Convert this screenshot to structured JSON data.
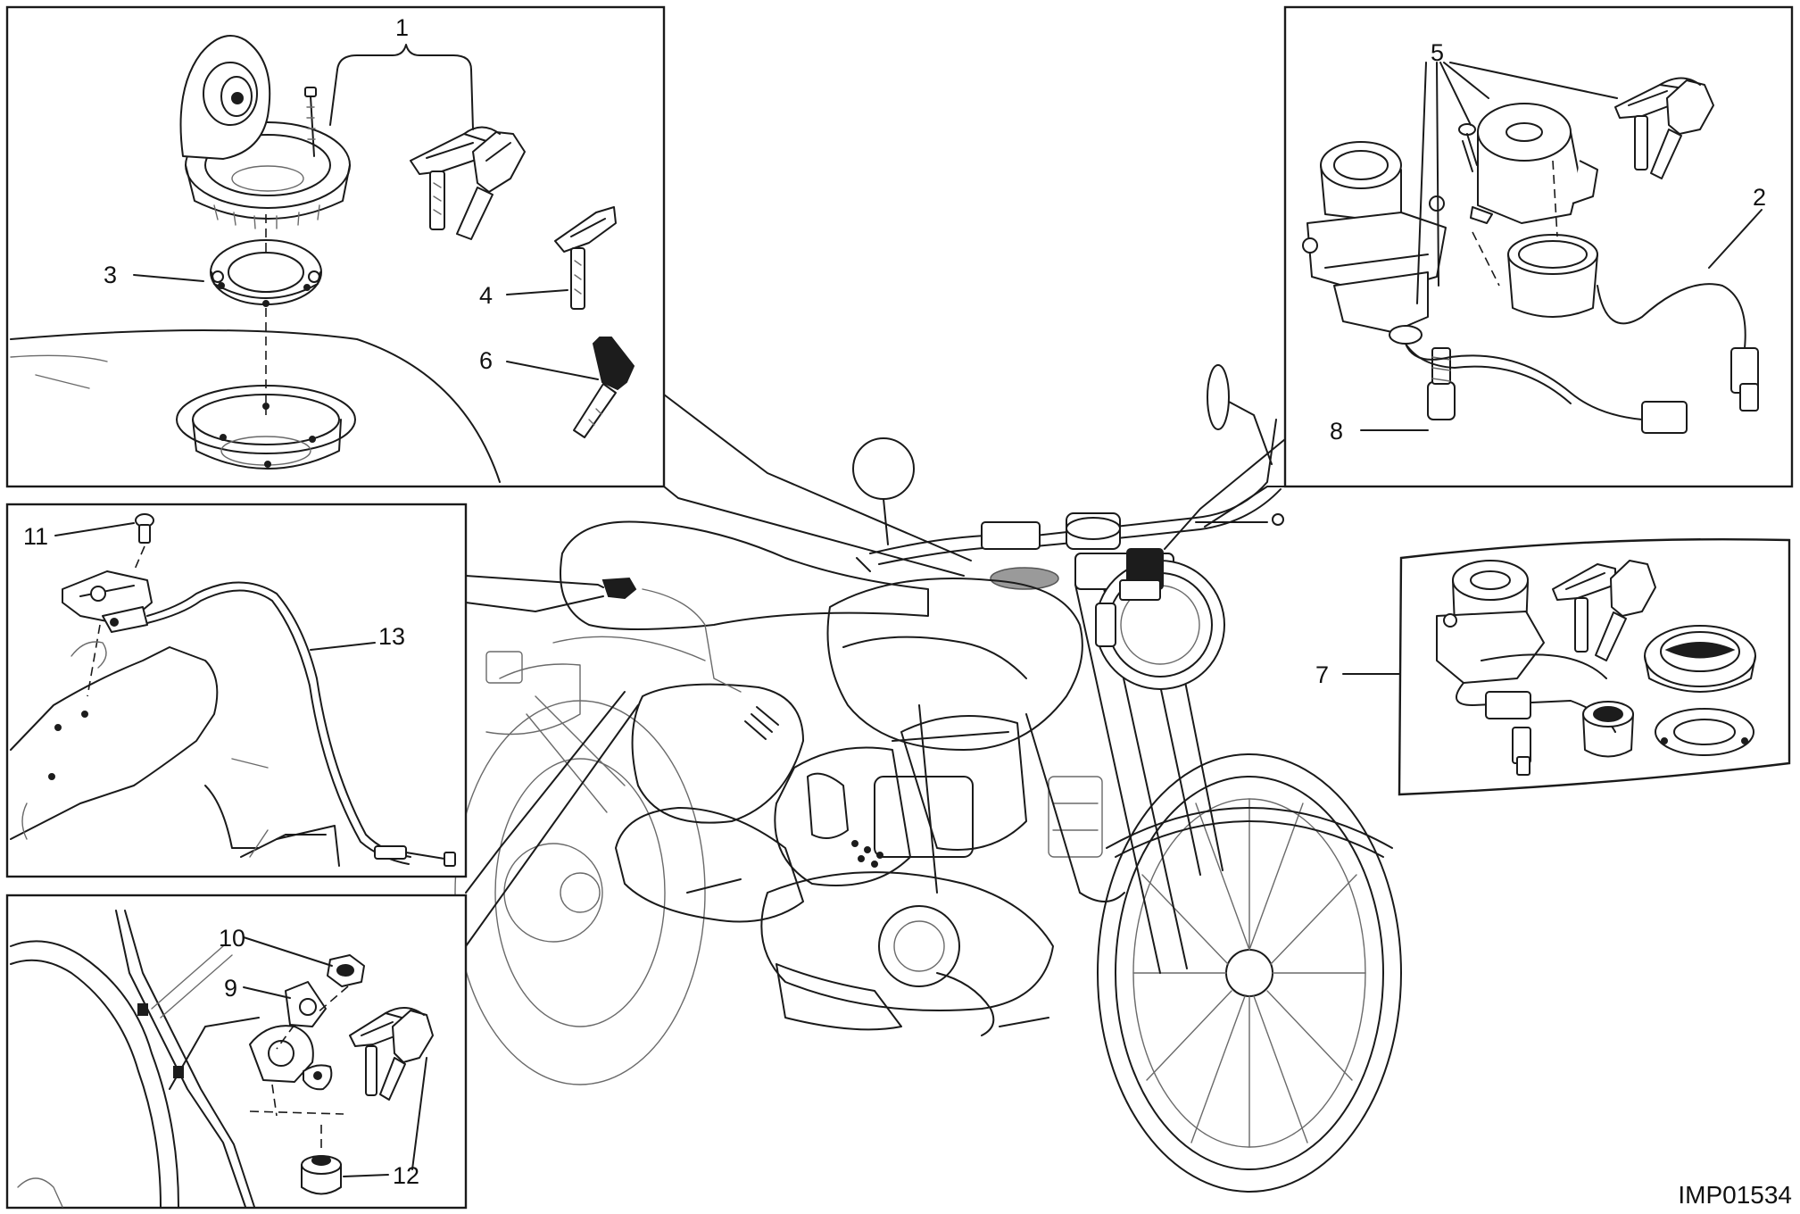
{
  "callouts": {
    "c1": "1",
    "c2": "2",
    "c3": "3",
    "c4": "4",
    "c5": "5",
    "c6": "6",
    "c7": "7",
    "c8": "8",
    "c9": "9",
    "c10": "10",
    "c11": "11",
    "c12": "12",
    "c13": "13"
  },
  "drawing_code": "IMP01534",
  "colors": {
    "line": "#1a1a1a",
    "light_line": "#6a6a6a",
    "highlight": "#9a9a9a"
  }
}
